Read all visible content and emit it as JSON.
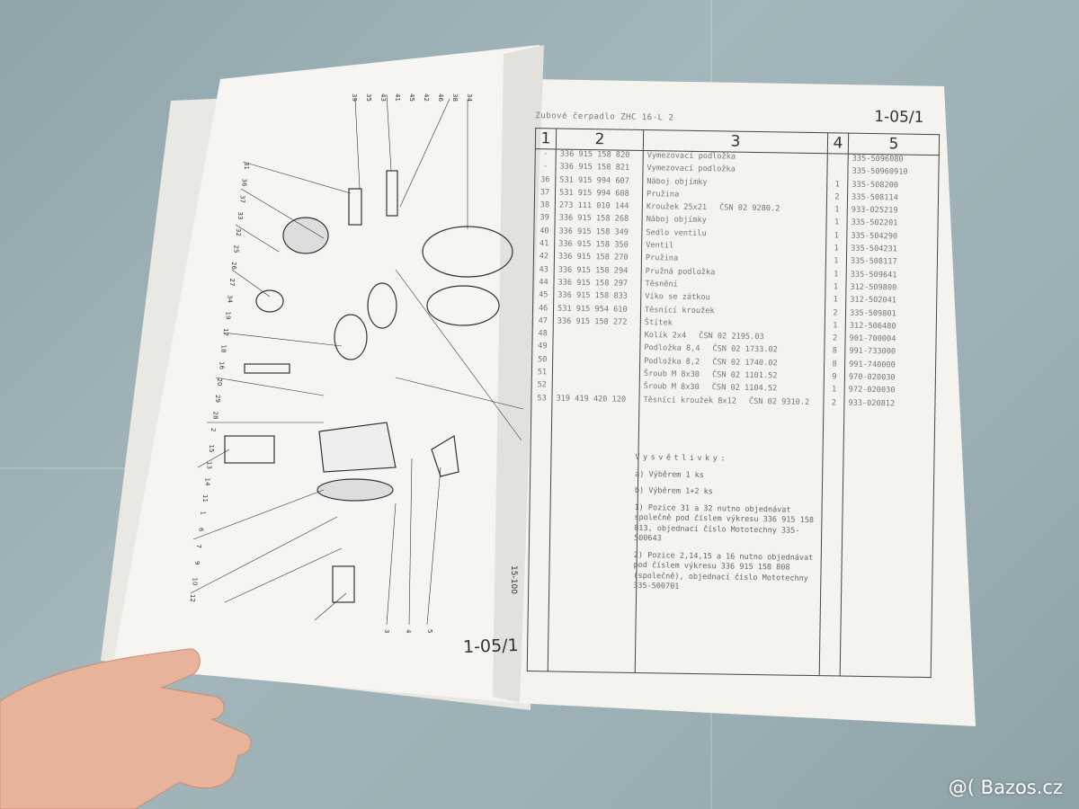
{
  "left_page": {
    "page_number": "1-05/1",
    "side_code": "15-100",
    "callouts_left": [
      "31",
      "36",
      "37",
      "33",
      "32",
      "25",
      "26",
      "27",
      "34",
      "19",
      "17",
      "18",
      "16",
      "20",
      "29",
      "28",
      "2",
      "15",
      "13",
      "14",
      "11",
      "1",
      "6",
      "7",
      "9",
      "10",
      "12"
    ],
    "callouts_top": [
      "39",
      "35",
      "43",
      "41",
      "45",
      "42",
      "46",
      "38",
      "34"
    ],
    "callouts_bottom": [
      "3",
      "4",
      "5"
    ]
  },
  "right_page": {
    "doc_title": "Zubové čerpadlo ZHC 16-L 2",
    "page_number": "1-05/1",
    "columns": [
      "1",
      "2",
      "3",
      "4",
      "5"
    ],
    "rows": [
      {
        "pos": "-",
        "drawing": "336 915 158 820",
        "name": "Vymezovací podložka",
        "std": "",
        "qty": "",
        "order": "335-5096080"
      },
      {
        "pos": "-",
        "drawing": "336 915 158 821",
        "name": "Vymezovací podložka",
        "std": "",
        "qty": "",
        "order": "335-50960910"
      },
      {
        "pos": "36",
        "drawing": "531 915 994 607",
        "name": "Náboj objímky",
        "std": "",
        "qty": "1",
        "order": "335-508200"
      },
      {
        "pos": "37",
        "drawing": "531 915 994 608",
        "name": "Pružina",
        "std": "",
        "qty": "2",
        "order": "335-508114"
      },
      {
        "pos": "38",
        "drawing": "273 111 010 144",
        "name": "Kroužek 25x21",
        "std": "ČSN 02 9280.2",
        "qty": "1",
        "order": "933-025219"
      },
      {
        "pos": "39",
        "drawing": "336 915 158 268",
        "name": "Náboj objímky",
        "std": "",
        "qty": "1",
        "order": "335-502201"
      },
      {
        "pos": "40",
        "drawing": "336 915 158 349",
        "name": "Sedlo ventilu",
        "std": "",
        "qty": "1",
        "order": "335-504290"
      },
      {
        "pos": "41",
        "drawing": "336 915 158 350",
        "name": "Ventil",
        "std": "",
        "qty": "1",
        "order": "335-504231"
      },
      {
        "pos": "42",
        "drawing": "336 915 158 270",
        "name": "Pružina",
        "std": "",
        "qty": "1",
        "order": "335-508117"
      },
      {
        "pos": "43",
        "drawing": "336 915 158 294",
        "name": "Pružná podložka",
        "std": "",
        "qty": "1",
        "order": "335-509641"
      },
      {
        "pos": "44",
        "drawing": "336 915 158 297",
        "name": "Těsnění",
        "std": "",
        "qty": "1",
        "order": "312-509800"
      },
      {
        "pos": "45",
        "drawing": "336 915 158 833",
        "name": "Víko se zátkou",
        "std": "",
        "qty": "1",
        "order": "312-502041"
      },
      {
        "pos": "46",
        "drawing": "531 915 954 610",
        "name": "Těsnící kroužek",
        "std": "",
        "qty": "2",
        "order": "335-509801"
      },
      {
        "pos": "47",
        "drawing": "336 915 158 272",
        "name": "Štítek",
        "std": "",
        "qty": "1",
        "order": "312-506480"
      },
      {
        "pos": "48",
        "drawing": "",
        "name": "Kolík 2x4",
        "std": "ČSN 02 2195.03",
        "qty": "2",
        "order": "901-700004"
      },
      {
        "pos": "49",
        "drawing": "",
        "name": "Podložka 8,4",
        "std": "ČSN 02 1733.02",
        "qty": "8",
        "order": "991-733000"
      },
      {
        "pos": "50",
        "drawing": "",
        "name": "Podložka 8,2",
        "std": "ČSN 02 1740.02",
        "qty": "8",
        "order": "991-740000"
      },
      {
        "pos": "51",
        "drawing": "",
        "name": "Šroub M 8x30",
        "std": "ČSN 02 1101.52",
        "qty": "9",
        "order": "970-020030"
      },
      {
        "pos": "52",
        "drawing": "",
        "name": "Šroub M 8x30",
        "std": "ČSN 02 1104.52",
        "qty": "1",
        "order": "972-020030"
      },
      {
        "pos": "53",
        "drawing": "319 419 420 120",
        "name": "Těsnící kroužek 8x12",
        "std": "ČSN 02 9310.2",
        "qty": "2",
        "order": "933-020812"
      }
    ],
    "notes": {
      "heading": "Vysvětlivky:",
      "items": [
        "a) Výběrem 1 ks",
        "b) Výběrem 1+2 ks",
        "1) Pozice 31 a 32 nutno objednávat společně pod číslem výkresu 336 915 158 813, objednací číslo Mototechny 335-500643",
        "2) Pozice 2,14,15 a 16 nutno objednávat pod číslem výkresu 336 915 158 808 (společně), objednací číslo Mototechny 335-500701"
      ]
    }
  },
  "watermark": "@( Bazos.cz",
  "colors": {
    "floor": "#9cb0b5",
    "paper": "#f4f3ee",
    "ink": "#333333",
    "skin": "#e7b39a"
  }
}
